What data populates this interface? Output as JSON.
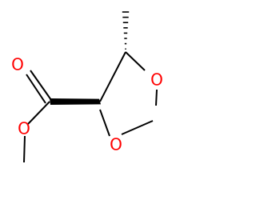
{
  "molecule": {
    "atoms": [
      {
        "id": "o_carbonyl",
        "label": "O",
        "color": "#ff0000"
      },
      {
        "id": "o_ester",
        "label": "O",
        "color": "#ff0000"
      },
      {
        "id": "o_ring_top",
        "label": "O",
        "color": "#ff0000"
      },
      {
        "id": "o_ring_bottom",
        "label": "O",
        "color": "#ff0000"
      }
    ],
    "bond_color": "#000000",
    "stereo": {
      "methyl": "hashed-wedge",
      "ester": "solid-wedge"
    }
  }
}
